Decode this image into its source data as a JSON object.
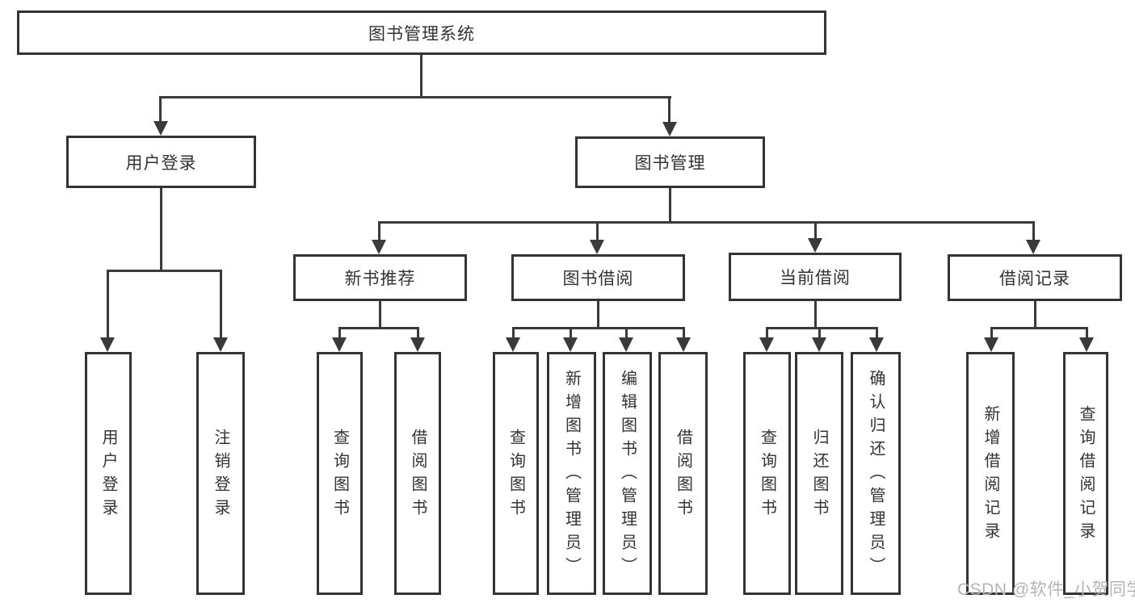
{
  "tree": {
    "root": {
      "label": "图书管理系统"
    },
    "branches": [
      {
        "label": "用户登录",
        "children": [
          {
            "label": "用户登录"
          },
          {
            "label": "注销登录"
          }
        ]
      },
      {
        "label": "图书管理",
        "children": [
          {
            "label": "新书推荐",
            "children": [
              {
                "label": "查询图书"
              },
              {
                "label": "借阅图书"
              }
            ]
          },
          {
            "label": "图书借阅",
            "children": [
              {
                "label": "查询图书"
              },
              {
                "label": "新增图书（管理员）"
              },
              {
                "label": "编辑图书（管理员）"
              },
              {
                "label": "借阅图书"
              }
            ]
          },
          {
            "label": "当前借阅",
            "children": [
              {
                "label": "查询图书"
              },
              {
                "label": "归还图书"
              },
              {
                "label": "确认归还（管理员）"
              }
            ]
          },
          {
            "label": "借阅记录",
            "children": [
              {
                "label": "新增借阅记录"
              },
              {
                "label": "查询借阅记录"
              }
            ]
          }
        ]
      }
    ]
  },
  "watermark": {
    "text": "CSDN @软件_小贺同学"
  },
  "colors": {
    "line": "#3a3a3a",
    "box_border": "#343434",
    "text": "#333333",
    "watermark": "#b4b4b6",
    "background": "#ffffff"
  }
}
